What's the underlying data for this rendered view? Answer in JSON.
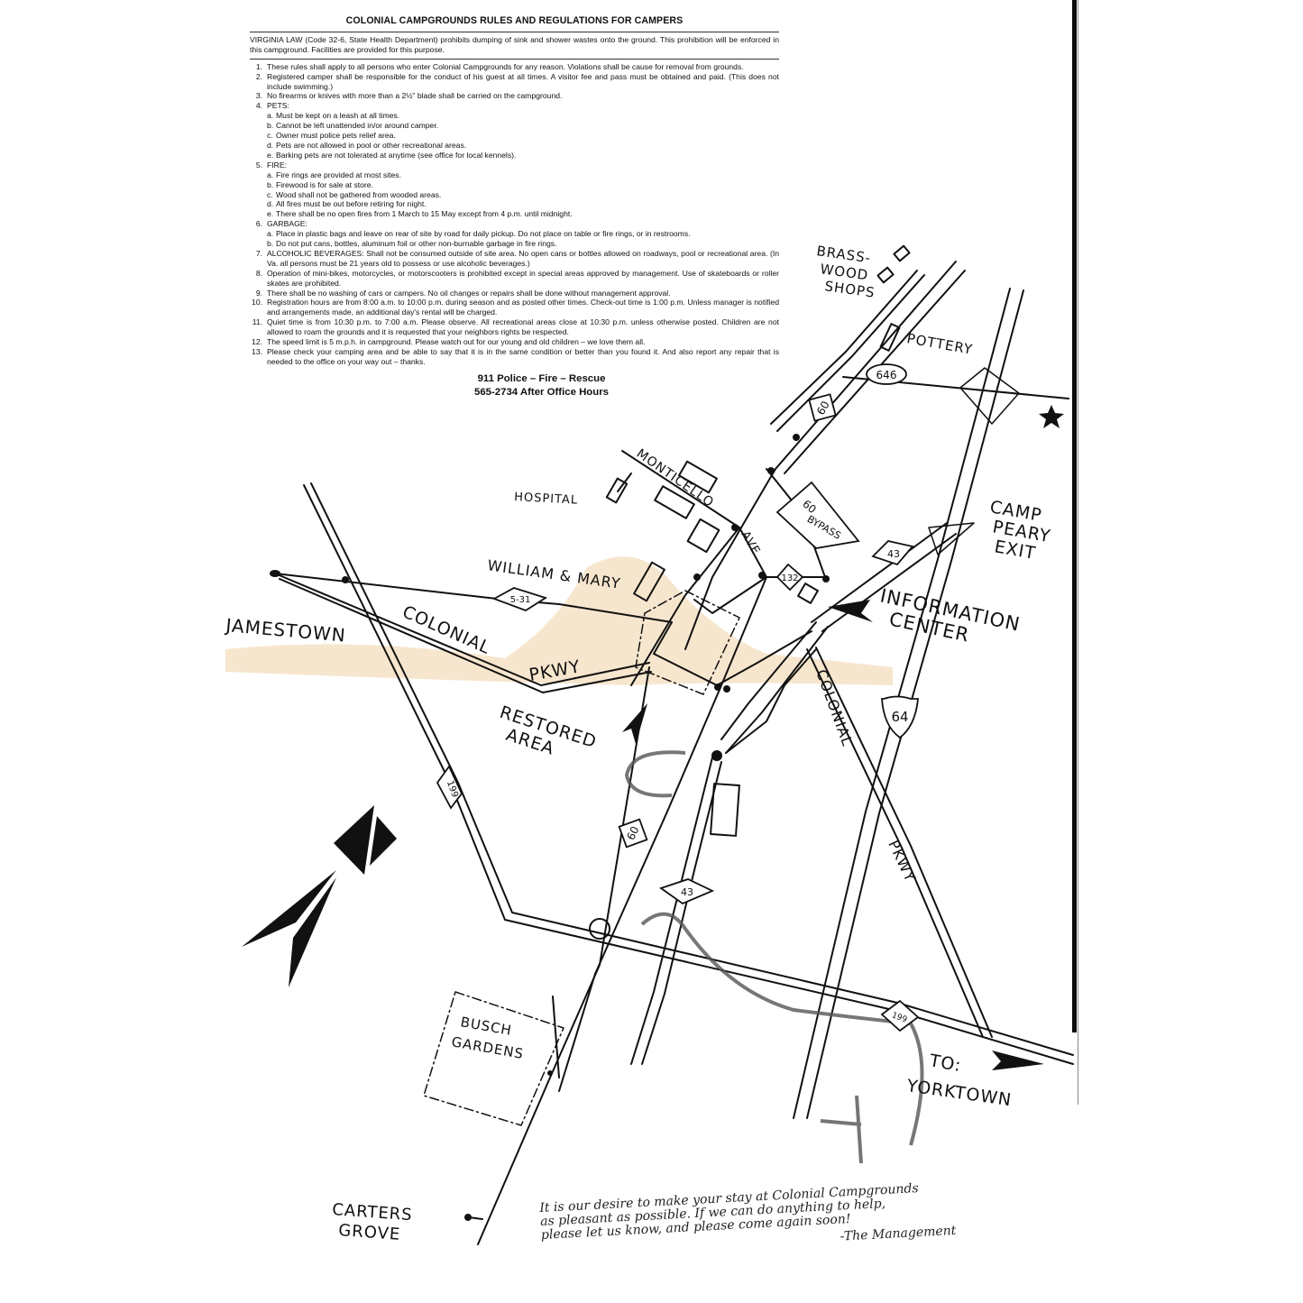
{
  "document": {
    "title": "COLONIAL CAMPGROUNDS RULES AND REGULATIONS FOR CAMPERS",
    "virginia_law": "VIRGINIA LAW (Code 32-6, State Health Department) prohibits dumping of sink and shower wastes onto the ground. This prohibition will be enforced in this campground. Facilities are provided for this purpose.",
    "rules": [
      {
        "num": "1.",
        "text": "These rules shall apply to all persons who enter Colonial Campgrounds for any reason. Violations shall be cause for removal from grounds."
      },
      {
        "num": "2.",
        "text": "Registered camper shall be responsible for the conduct of his guest at all times. A visitor fee and pass must be obtained and paid. (This does not include swimming.)"
      },
      {
        "num": "3.",
        "text": "No firearms or knives with more than a 2½\" blade shall be carried on the campground."
      },
      {
        "num": "4.",
        "text": "PETS:",
        "subs": [
          {
            "num": "a.",
            "text": "Must be kept on a leash at all times."
          },
          {
            "num": "b.",
            "text": "Cannot be left unattended in/or around camper."
          },
          {
            "num": "c.",
            "text": "Owner must police pets relief area."
          },
          {
            "num": "d.",
            "text": "Pets are not allowed in pool or other recreational areas."
          },
          {
            "num": "e.",
            "text": "Barking pets are not tolerated at anytime (see office for local kennels)."
          }
        ]
      },
      {
        "num": "5.",
        "text": "FIRE:",
        "subs": [
          {
            "num": "a.",
            "text": "Fire rings are provided at most sites."
          },
          {
            "num": "b.",
            "text": "Firewood is for sale at store."
          },
          {
            "num": "c.",
            "text": "Wood shall not be gathered from wooded areas."
          },
          {
            "num": "d.",
            "text": "All fires must be out before retiring for night."
          },
          {
            "num": "e.",
            "text": "There shall be no open fires from 1 March to 15 May except from 4 p.m. until midnight."
          }
        ]
      },
      {
        "num": "6.",
        "text": "GARBAGE:",
        "subs": [
          {
            "num": "a.",
            "text": "Place in plastic bags and leave on rear of site by road for daily pickup. Do not place on table or fire rings, or in restrooms."
          },
          {
            "num": "b.",
            "text": "Do not put cans, bottles, aluminum foil or other non-burnable garbage in fire rings."
          }
        ]
      },
      {
        "num": "7.",
        "text": "ALCOHOLIC BEVERAGES: Shall not be consumed outside of site area. No open cans or bottles allowed on roadways, pool or recreational area. (In Va. all persons must be 21 years old to possess or use alcoholic beverages.)"
      },
      {
        "num": "8.",
        "text": "Operation of mini-bikes, motorcycles, or motorscooters is prohibited except in special areas approved by management. Use of skateboards or roller skates are prohibited."
      },
      {
        "num": "9.",
        "text": "There shall be no washing of cars or campers. No oil changes or repairs shall be done without management approval."
      },
      {
        "num": "10.",
        "text": "Registration hours are from 8:00 a.m. to 10:00 p.m. during season and as posted other times. Check-out time is 1:00 p.m. Unless manager is notified and arrangements made, an additional day's rental will be charged."
      },
      {
        "num": "11.",
        "text": "Quiet time is from 10:30 p.m. to 7:00 a.m. Please observe. All recreational areas close at 10:30 p.m. unless otherwise posted. Children are not allowed to roam the grounds and it is requested that your neighbors rights be respected."
      },
      {
        "num": "12.",
        "text": "The speed limit is 5 m.p.h. in campground. Please watch out for our young and old children – we love them all."
      },
      {
        "num": "13.",
        "text": "Please check your camping area and be able to say that it is in the same condition or better than you found it. And also report any repair that is needed to the office on your way out – thanks."
      }
    ],
    "emergency_line": "911 Police – Fire – Rescue",
    "after_hours_line": "565-2734 After Office Hours"
  },
  "map": {
    "labels": {
      "brass_wood_shops": [
        "BRASS-",
        "WOOD",
        "SHOPS"
      ],
      "pottery": "POTTERY",
      "hospital": "HOSPITAL",
      "monticello": "MONTICELLO",
      "ave": "AVE",
      "william_mary": "WILLIAM & MARY",
      "jamestown": "JAMESTOWN",
      "colonial_pkwy_west": "COLONIAL",
      "pkwy_west": "PKWY",
      "restored_area": [
        "RESTORED",
        "AREA"
      ],
      "camp_perry_exit": [
        "CAMP",
        "PEARY",
        "EXIT"
      ],
      "information_center": [
        "INFORMATION",
        "CENTER"
      ],
      "colonial_pkwy_east": "COLONIAL",
      "pkwy_east": "PKWY",
      "busch_gardens": [
        "BUSCH",
        "GARDENS"
      ],
      "to_yorktown": [
        "TO:",
        "YORKTOWN"
      ],
      "carters_grove": [
        "CARTERS",
        "GROVE"
      ]
    },
    "route_shields": {
      "r646": "646",
      "r60_north": "60",
      "r60_bypass": [
        "60",
        "BYPASS"
      ],
      "r132": "132",
      "r43_north": "43",
      "r5_31": "5-31",
      "i64": "64",
      "r199_west": "199",
      "r60_south": "60",
      "r43_south": "43",
      "r199_east": "199"
    },
    "colors": {
      "ink": "#111111",
      "stain": "#f0d2a6",
      "marker": "#555555"
    }
  },
  "note": {
    "lines": [
      "It is our desire to make your stay at Colonial Campgrounds",
      "as pleasant as possible. If we can do anything to help,",
      "please let us know, and please come again soon!"
    ],
    "signature": "-The Management"
  }
}
